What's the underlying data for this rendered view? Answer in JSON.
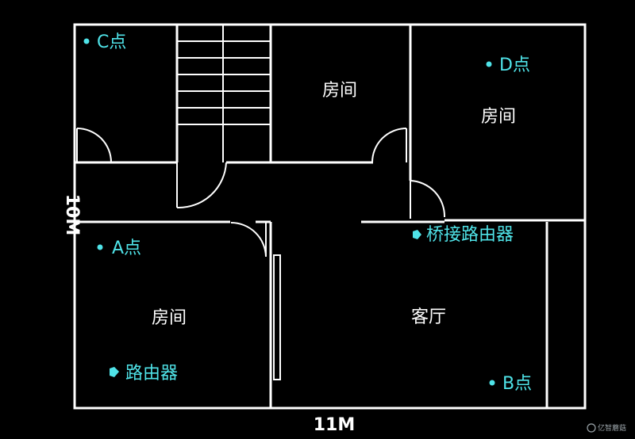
{
  "rooms": {
    "room_top_middle": "房间",
    "room_top_right": "房间",
    "room_bottom_left": "房间",
    "living_room": "客厅"
  },
  "points": {
    "c_point": "C点",
    "d_point": "D点",
    "a_point": "A点",
    "b_point": "B点"
  },
  "devices": {
    "bridge_router": "桥接路由器",
    "router": "路由器"
  },
  "dimensions": {
    "width": "11M",
    "height": "10M"
  },
  "watermark": {
    "text": "亿智蘑菇"
  },
  "colors": {
    "background": "#000000",
    "walls": "#ffffff",
    "markers": "#4fe3e8"
  }
}
